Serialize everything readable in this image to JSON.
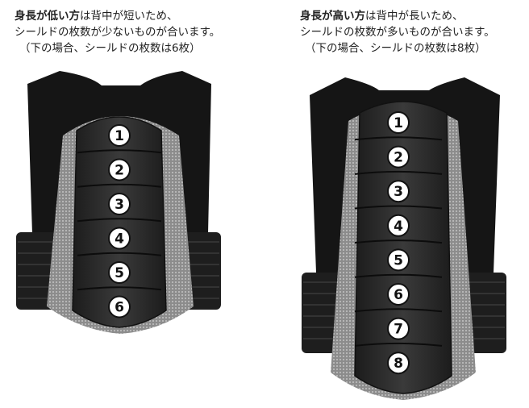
{
  "left": {
    "line1_bold": "身長が低い方",
    "line1_rest": "は背中が短いため、",
    "line2": "シールドの枚数が少ないものが合います。",
    "line3": "（下の場合、シールドの枚数は6枚）",
    "shield_count": 6,
    "shield_numbers": [
      "1",
      "2",
      "3",
      "4",
      "5",
      "6"
    ]
  },
  "right": {
    "line1_bold": "身長が高い方",
    "line1_rest": "は背中が長いため、",
    "line2": "シールドの枚数が多いものが合います。",
    "line3": "（下の場合、シールドの枚数は8枚）",
    "shield_count": 8,
    "shield_numbers": [
      "1",
      "2",
      "3",
      "4",
      "5",
      "6",
      "7",
      "8"
    ]
  },
  "colors": {
    "vest_black": "#151515",
    "mesh_gray": "#9a9a9a",
    "shield_dark": "#2a2a2a",
    "circle_white": "#ffffff"
  }
}
